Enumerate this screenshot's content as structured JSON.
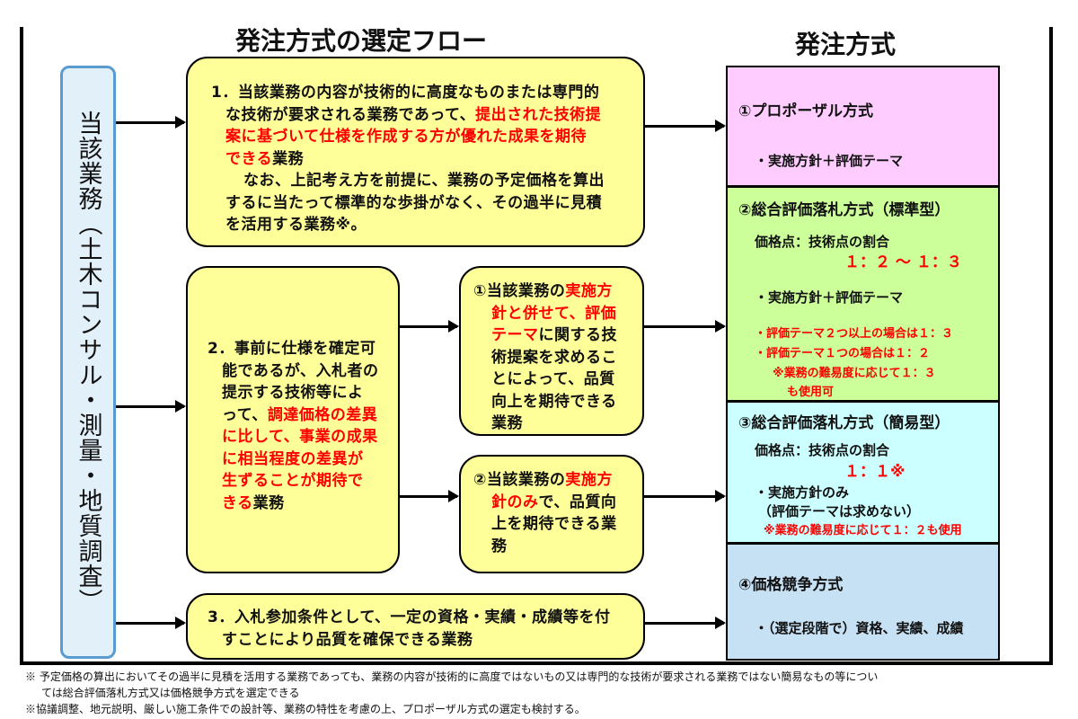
{
  "titles": {
    "flow": "発注方式の選定フロー",
    "methods": "発注方式"
  },
  "subject": "当該業務（土木コンサル・測量・地質調査）",
  "box1": {
    "l1": "1．当該業務の内容が技術的に高度なものまたは専門的",
    "l2a": "な技術が要求される業務であって、",
    "l2b": "提出された技術提",
    "l3": "案に基づいて仕様を作成する方が優れた成果を期待",
    "l4a": "できる",
    "l4b": "業務",
    "l5": "なお、上記考え方を前提に、業務の予定価格を算出",
    "l6": "するに当たって標準的な歩掛がなく、その過半に見積",
    "l7": "を活用する業務※。"
  },
  "box2": {
    "l1": "2．事前に仕様を確定可",
    "l2": "能であるが、入札者の",
    "l3": "提示する技術等によ",
    "l4a": "って、",
    "l4b": "調達価格の差異",
    "l5": "に比して、事業の成果",
    "l6": "に相当程度の差異が",
    "l7": "生ずることが期待で",
    "l8a": "きる",
    "l8b": "業務"
  },
  "box21": {
    "l1a": "①当該業務の",
    "l1b": "実施方",
    "l2": "針と併せて、評価",
    "l3a": "テーマ",
    "l3b": "に関する技",
    "l4": "術提案を求めるこ",
    "l5": "とによって、品質",
    "l6": "向上を期待できる",
    "l7": "業務"
  },
  "box22": {
    "l1a": "②当該業務の",
    "l1b": "実施方",
    "l2a": "針のみ",
    "l2b": "で、品質向",
    "l3": "上を期待できる業",
    "l4": "務"
  },
  "box3": {
    "l1": "3．入札参加条件として、一定の資格・実績・成績等を付",
    "l2": "すことにより品質を確保できる業務"
  },
  "methods": [
    {
      "heading": "①プロポーザル方式",
      "item": "・実施方針＋評価テーマ",
      "color": "#ffccff"
    },
    {
      "heading": "②総合評価落札方式（標準型）",
      "ratio_label": "価格点：技術点の割合",
      "ratio": "１：２ ～ １：３",
      "item": "・実施方針＋評価テーマ",
      "notes": [
        "・評価テーマ２つ以上の場合は１：３",
        "・評価テーマ１つの場合は１：２",
        "※業務の難易度に応じて１：３",
        "も使用可"
      ],
      "color": "#ccff99"
    },
    {
      "heading": "③総合評価落札方式（簡易型）",
      "ratio_label": "価格点：技術点の割合",
      "ratio": "１：１※",
      "item": "・実施方針のみ",
      "item2": "（評価テーマは求めない）",
      "note": "※業務の難易度に応じて１：２も使用",
      "color": "#ccffff"
    },
    {
      "heading": "④価格競争方式",
      "item": "・（選定段階で）資格、実績、成績",
      "color": "#c6e0f4"
    }
  ],
  "footnotes": [
    "※ 予定価格の算出においてその過半に見積を活用する業務であっても、業務の内容が技術的に高度ではないもの又は専門的な技術が要求される業務ではない簡易なもの等につい",
    "ては総合評価落札方式又は価格競争方式を選定できる",
    "※協議調整、地元説明、厳しい施工条件での設計等、業務の特性を考慮の上、プロポーザル方式の選定も検討する。"
  ]
}
